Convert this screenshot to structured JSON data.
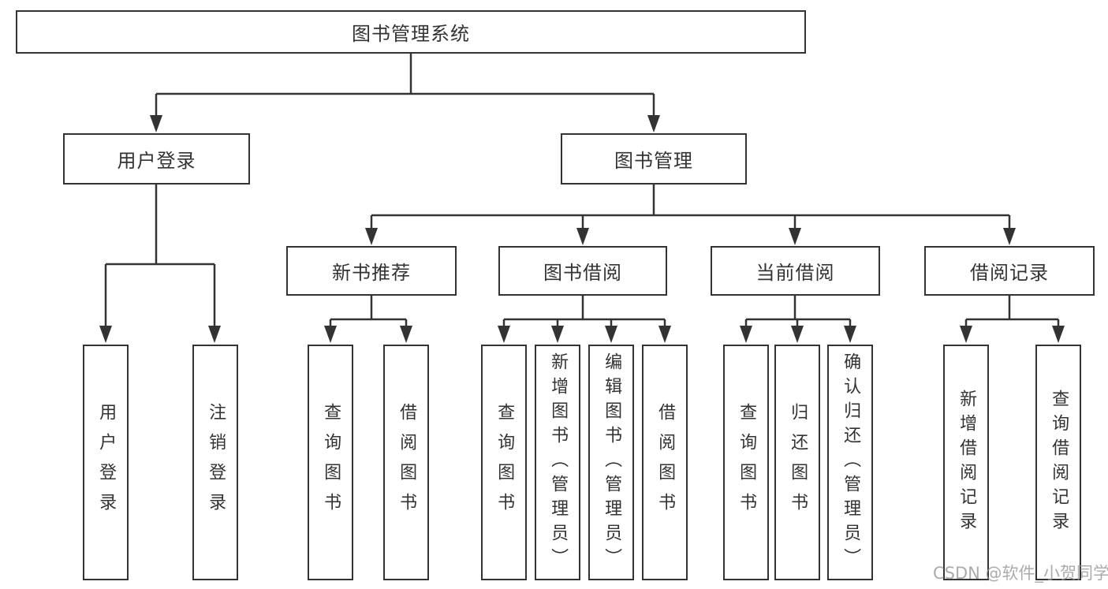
{
  "diagram": {
    "root": "图书管理系统",
    "branches": {
      "user_login": {
        "label": "用户登录",
        "children": [
          "用户登录",
          "注销登录"
        ]
      },
      "book_mgmt": {
        "label": "图书管理"
      }
    },
    "modules": {
      "new_books": {
        "label": "新书推荐",
        "children": [
          "查询图书",
          "借阅图书"
        ]
      },
      "book_borrow": {
        "label": "图书借阅",
        "children": [
          "查询图书",
          "新增图书（管理员）",
          "编辑图书（管理员）",
          "借阅图书"
        ]
      },
      "current_borrow": {
        "label": "当前借阅",
        "children": [
          "查询图书",
          "归还图书",
          "确认归还（管理员）"
        ]
      },
      "borrow_records": {
        "label": "借阅记录",
        "children": [
          "新增借阅记录",
          "查询借阅记录"
        ]
      }
    }
  },
  "style": {
    "line_color": "#333333",
    "background": "#ffffff",
    "watermark_color": "#949494"
  },
  "watermark": "CSDN @软件_小贺同学"
}
